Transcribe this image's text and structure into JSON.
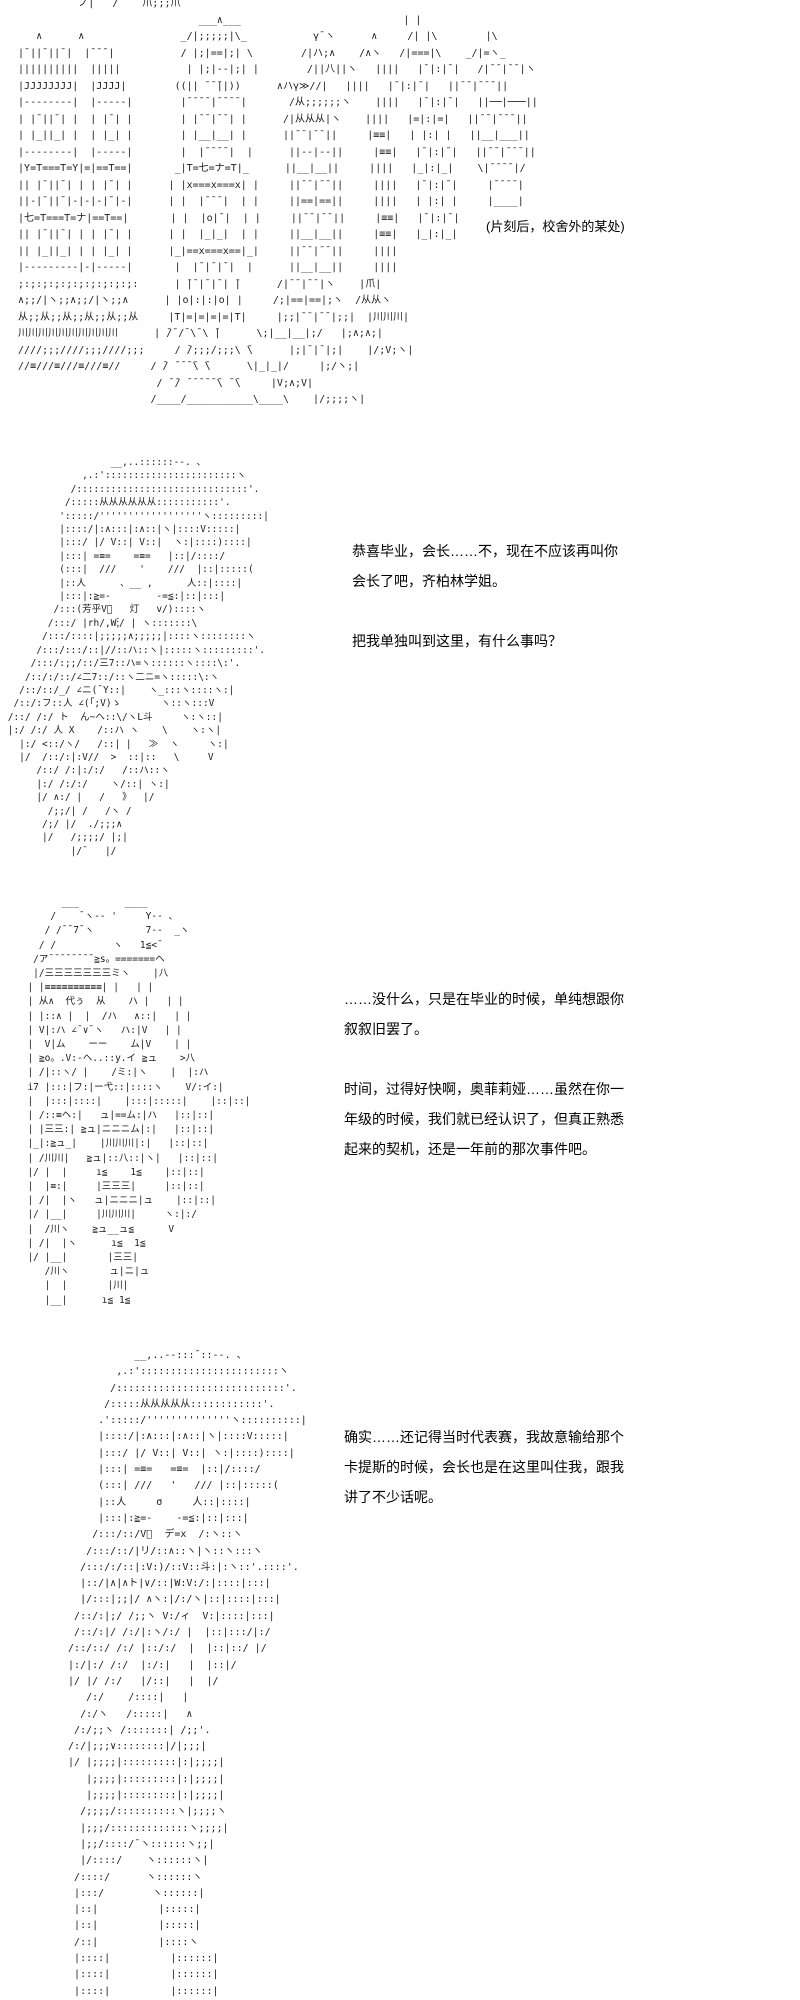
{
  "page": {
    "background": "#ffffff",
    "ink": "#1c1c1c"
  },
  "panels": {
    "building": {
      "caption": "(片刻后，校舍外的某处)",
      "art": [
        "            ノ|   /    爪;;;爪",
        "                                ___∧___                           | |",
        "     ∧      ∧                _/|;;;;;|\\_           γ¯ヽ      ∧     /| |\\        |\\",
        "  |¯||¯||¯|  |¯¯¯|           / |;|==|;| \\        /|ハ;∧    /∧ヽ   /|===|\\    _/|=ヽ_",
        "  ||||||||||  |||||           | |;|--|;| |        /||八||ヽ   ||||   |¯|:|¯|   /|¯¯|¯¯|ヽ",
        "  |JJJJJJJJ|  |JJJJ|        ((|| ̄ ̄ ̄||))      ∧ハγ≫//|   ||||   |¯|:|¯|   ||¯¯|¯¯¯||",
        "  |--------|  |-----|        |¯¯¯¯|¯¯¯¯|       /从;;;;;;ヽ    ||||   |¯|:|¯|   ||──|───||",
        "  | |¯||¯| |  | |¯| |        | |¯¯|¯¯| |      /|从从从|ヽ    ||||   |=|:|=|   ||¯¯|¯¯¯||",
        "  | |_||_| |  | |_| |        | |__|__| |      ||¯¯|¯¯||     |≡≡|   | |:| |   ||__|___||",
        "  |--------|  |-----|        |  |¯¯¯¯|  |      ||--|--||     |≡≡|   |¯|:|¯|   ||¯¯|¯¯¯||",
        "  |Y=T===T=Y|=|==T==|       _|T=七=ナ=T|_      ||__|__||     ||||   |_|:|_|    \\|¯¯¯¯|/",
        "  || |¯||¯| | | |¯| |      | |x===x===x| |     ||¯¯|¯¯||     ||||   |¯|:|¯|     |¯¯¯¯|",
        "  ||-|¯||¯|-|-|-|¯|-|      | |  |¯¯¯|  | |     ||==|==||     ||||   | |:| |     |____|",
        "  |七=T===T=ナ|==T==|       | |  |o|¯|  | |     ||¯¯|¯¯||     |≡≡|   |¯|:|¯|",
        "  || |¯||¯| | | |¯| |      | |  |_|_|  | |     ||__|__||     |≡≡|   |_|:|_|",
        "  || |_||_| | | |_| |      |_|==x===x==|_|     ||¯¯|¯¯||     ||||",
        "  |---------|-|-----|       |  |¯|¯|¯|  |      ||__|__||     ||||",
        "  ;:;:;:;:;:;:;:;:;:;:      | ̄|¯|¯|¯| ̄|      /|¯¯|¯¯|ヽ    |爪|",
        "  ∧;;/|ヽ;;∧;;/|ヽ;;∧      | |o|:|:|o| |     /;|==|==|;ヽ  /从从ヽ",
        "  从;;从;;从;;从;;从;;从     |T|=|=|=|=|T|     |;;|¯¯|¯¯|;;|  |川川川|",
        "  川川川川川川川川川川      | ̄/¯/¯\\¯\\ ̄|      \\;|__|__|;/   |;∧;∧;|",
        "  ////;;;////;;;////;;;     / ̄/;;;/;;;\\ ̄\\      |;|¯|¯|;|    |/;V;ヽ|",
        "  //≡///≡///≡///≡//     / ̄/ ̄ ̄ ̄ ̄\\ ̄\\      \\|_|_|/     |;/ヽ;|",
        "                         / ̄ ̄/ ̄ ̄ ̄ ̄ ̄ ̄\\ ̄ ̄\\     |V;∧;V|",
        "                        /____/___________\\____\\    |/;;;;ヽ|"
      ]
    },
    "scene1": {
      "dialogue": [
        "恭喜毕业，会长……不，现在不应该再叫你会长了吧，齐柏林学姐。",
        "把我单独叫到这里，有什么事吗？"
      ],
      "art": [
        "                   __,..::::::‐-. 、",
        "              ,.:':::::::::::::::::::::::ヽ",
        "            /::::::::::::::::::::::::::::::'.",
        "           /:::::从从从从从从:::::::::::'.",
        "          ':::::/''''''''''''''''''ヽ:::::::::|",
        "          |::::/|:∧:::|:∧::|ヽ|::::V:::::|",
        "          |:::/ |/ V::| V::|  ヽ:|::::)::::|",
        "          |:::| =≡=    =≡=   |::|/::::/",
        "          (:::|  ///    '    ///  |::|:::::(",
        "          |::人      、__ ,      人::|::::|",
        "          |:::|:≧=-        -=≦:|::|:::|",
        "         /:::(芳乎V゙   灯   v/)::::ヽ",
        "        /:::/ |rh/,W;゙/ | ヽ:::::::\\",
        "       /:::/::::|;;;;;∧;;;;;|::::ヽ::::::::ヽ",
        "      /:::/:::/::|//::ハ::ヽ|:::::ヽ:::::::::'.",
        "     /:::/:;;/::/三7::ハ=ヽ::::::ヽ::::\\:'.",
        "    /::/:/::/∠二7::/::ヽ二ニ=ヽ:::::\\:ヽ",
        "   /::/::/_/ ∠ニ(¯Y::|    ヽ_:::ヽ::::ヽ:|",
        "  /::/:フ::人 ∠(「;V)ゝ       ヽ::ヽ:::V",
        " /::/ /:/ ト  ん~ヘ::\\/ヽL斗     ヽ:ヽ::|",
        " |:/ /:/ 人 X    /::ハ ヽ    \\    ヽ:ヽ|",
        "   |:/ <::/ヽ/   /::| |   ≫  ヽ     ヽ:|",
        "   |/  /::/:|:V//  >  ::|::   \\     V",
        "      /::/ /:|:/:/   /::ハ::ヽ",
        "      |:/ /:/:/    ヽ/::| ヽ:|",
        "      |/ ∧:/ |   /   》  |/",
        "        /;;/| /   /ヽ /",
        "       /;/ |/  ./;;;∧",
        "       |/   /;;;;/ |;|",
        "            |/¯   |/"
      ]
    },
    "scene2": {
      "dialogue": [
        "……没什么，只是在毕业的时候，单纯想跟你叙叙旧罢了。",
        "时间，过得好快啊，奥菲莉娅……虽然在你一年级的时候，我们就已经认识了，但真正熟悉起来的契机，还是一年前的那次事件吧。"
      ],
      "art": [
        "        ___        ____",
        "      /    ¯ヽ-‐ '     Y‐- 、",
        "     / /¯¯7¯ヽ         7‐-  _ヽ",
        "    / /          ヽ   1≦<¯",
        "   /ア¯¯¯¯¯¯¯¯≧s。=======ヘ",
        "   |/三三三三三三三ミヽ    |八",
        "  | |≡≡≡≡≡≡≡≡≡≡| |   | |",
        "  | 从∧  代ぅ  从    ハ |   | |",
        "  | |::∧ |  |  /ハ   ∧::|   | |",
        "  | V|:ハ ∠¯∨¯ヽ   ハ:|V   | |",
        "  |  V|ム    ーー    ム|V    | |",
        "  | ≧o。.V:‐ヘ..::y.イ ≧ュ    >八",
        "  | /|::ヽ/ |    /ミ:|ヽ    |  |:ハ",
        "  i7 |:::|フ:|ー弋::|::::ヽ    V/:イ:|",
        "  |  |:::|::::|    |:::|:::::|    |::|::|",
        "  | /::≡ヘ:|   ュ|==ム:|ハ   |::|::|",
        "  | |三三:| ≧ュ|ニニニム|:|   |::|::|",
        "  |_|:≧ュ_|    |川川川|:|   |::|::|",
        "  | /川川|   ≧ュ|::八::|ヽ|   |::|::|",
        "  |/ |  |     ı≦    1≦    |::|::|",
        "  |  |≡:|     |三三三|     |::|::|",
        "  | /|  |ヽ   ュ|ニニニ|ュ    |::|::|",
        "  |/ |__|     |川川川|     ヽ:|:/",
        "  |  /川ヽ    ≧ュ__ュ≦      V",
        "  | /|  |ヽ      ı≦  1≦",
        "  |/ |__|       |三三|",
        "     /川ヽ       ュ|ニ|ュ",
        "     |  |       |川|",
        "     |__|      ı≦ 1≦"
      ]
    },
    "scene3": {
      "dialogue": [
        "确实……还记得当时代表赛，我故意输给那个卡提斯的时候，会长也是在这里叫住我，跟我讲了不少话呢。"
      ],
      "art": [
        "             __,..-‐:::¯::‐-. 、",
        "          ,.:':::::::::::::::::::::::ヽ",
        "         /::::::::::::::::::::::::::::'.",
        "        /:::::从从从从从::::::::::::'.",
        "       .':::::/''''''''''''''ヽ::::::::::|",
        "       |::::/|:∧:::|:∧::|ヽ|::::V:::::|",
        "       |:::/ |/ V::| V::| ヽ:|::::)::::|",
        "       |:::| =≡=   =≡=  |::|/::::/",
        "       (:::| ///   '   /// |::|:::::(",
        "       |::人     σ     人::|::::|",
        "       |:::|:≧=-    -=≦:|::|:::|",
        "      /:::/::/V゙  デ=x  /:ヽ::ヽ",
        "     /:::/::/|リ/::∧::ヽ|ヽ::ヽ:::ヽ",
        "    /:::/:/::|:V:)/::V::斗:|:ヽ::'.::::'.",
        "    |::/|∧|∧ト|∨/::|W:V:/:|::::|:::|",
        "    |/:::|;;|/ ∧ヽ:|/:/ヽ|::|::::|:::|",
        "   /::/:|;/ /;;ヽ V:/ィ  V:|::::|:::|",
        "   /::/:|/ /:/|:ヽ/:/ |  |::|:::/|:/",
        "  /::/::/ /:/ |::/:/  |  |::|::/ |/",
        "  |:/|:/ /:/  |:/:|   |  |::|/",
        "  |/ |/ /:/   |/::|   |  |/",
        "     /:/    /::::|   |",
        "    /:/ヽ   /:::::|   ∧",
        "   /:/;;ヽ /:::::::| /;;'.",
        "  /:/|;;;∨::::::::|/|;;;|",
        "  |/ |;;;;|:::::::::|:|;;;;|",
        "     |;;;;|:::::::::|:|;;;;|",
        "     |;;;;|:::::::::|:|;;;;|",
        "    /;;;;/::::::::::ヽ|;;;;ヽ",
        "    |;;;/:::::::::::::ヽ;;;;|",
        "    |;;/::::/¯ヽ::::::ヽ;;|",
        "    |/::::/    ヽ::::::ヽ|",
        "   /::::/      ヽ::::::ヽ",
        "   |:::/        ヽ::::::|",
        "   |::|          |:::::|",
        "   |::|          |:::::|",
        "   /::|          |::::ヽ",
        "   |::::|          |::::::|",
        "   |::::|          |::::::|",
        "   |::::|          |::::::|"
      ]
    }
  }
}
